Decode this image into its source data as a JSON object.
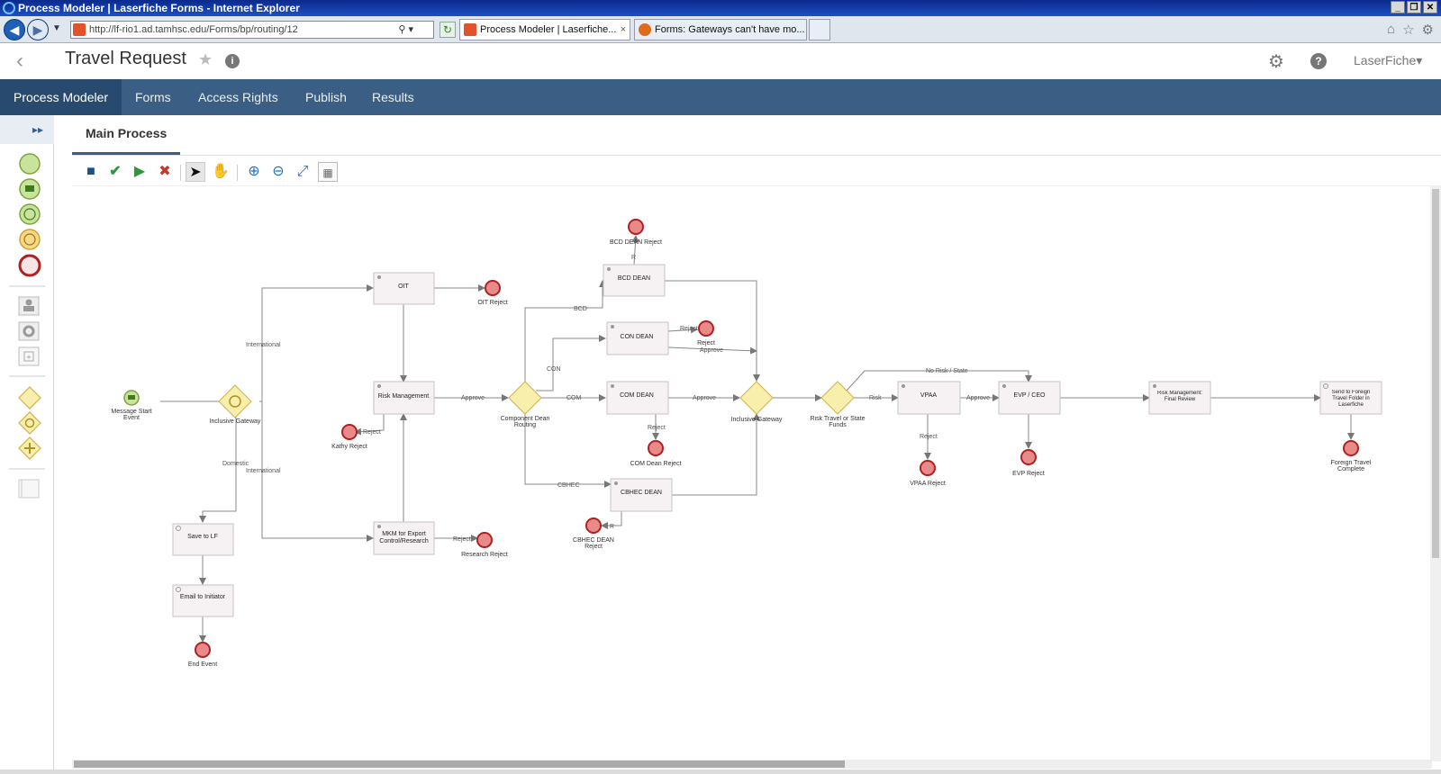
{
  "browser": {
    "window_title": "Process Modeler | Laserfiche Forms - Internet Explorer",
    "address": "http://lf-rio1.ad.tamhsc.edu/Forms/bp/routing/12",
    "tabs": [
      {
        "label": "Process Modeler | Laserfiche...",
        "close": "×",
        "favicon_color": "#e2532b"
      },
      {
        "label": "Forms: Gateways can't have mo...",
        "close": "",
        "favicon_color": "#e06b1f"
      }
    ],
    "icons": [
      "back-arrow-icon",
      "forward-arrow-icon",
      "home-icon",
      "star-icon",
      "gear-icon"
    ]
  },
  "header": {
    "title": "Travel Request",
    "user_menu": "LaserFiche▾",
    "icons": [
      "back-chevron-icon",
      "star-icon",
      "info-icon",
      "gear-icon",
      "help-icon"
    ]
  },
  "nav": {
    "tabs": [
      {
        "label": "Process Modeler",
        "active": true
      },
      {
        "label": "Forms",
        "active": false
      },
      {
        "label": "Access Rights",
        "active": false
      },
      {
        "label": "Publish",
        "active": false
      },
      {
        "label": "Results",
        "active": false
      }
    ]
  },
  "canvas": {
    "tab_label": "Main Process",
    "toolbar_icons": [
      "save-icon",
      "validate-check-icon",
      "run-icon",
      "tools-icon",
      "pointer-icon",
      "pan-hand-icon",
      "zoom-in-icon",
      "zoom-out-icon",
      "fit-screen-icon",
      "export-image-icon"
    ]
  },
  "palette": {
    "expand_glyph": "▸▸",
    "items": [
      "start-event-icon",
      "message-start-event-icon",
      "timer-start-event-icon",
      "timer-intermediate-event-icon",
      "end-event-icon",
      "user-task-icon",
      "service-task-icon",
      "subprocess-icon",
      "exclusive-gateway-icon",
      "inclusive-gateway-icon",
      "parallel-gateway-icon",
      "pool-icon"
    ]
  },
  "diagram": {
    "tasks": [
      {
        "id": "oit",
        "label": "OIT",
        "kind": "user"
      },
      {
        "id": "risk_mgmt",
        "label": "Risk Management",
        "kind": "user"
      },
      {
        "id": "mkm",
        "label": "MKM for Export Control/Research",
        "kind": "user"
      },
      {
        "id": "save_lf",
        "label": "Save to LF",
        "kind": "service"
      },
      {
        "id": "email",
        "label": "Email to Initiator",
        "kind": "service"
      },
      {
        "id": "bcd",
        "label": "BCD DEAN",
        "kind": "user"
      },
      {
        "id": "con",
        "label": "CON DEAN",
        "kind": "user"
      },
      {
        "id": "com",
        "label": "COM DEAN",
        "kind": "user"
      },
      {
        "id": "cbhec",
        "label": "CBHEC DEAN",
        "kind": "user"
      },
      {
        "id": "vpaa",
        "label": "VPAA",
        "kind": "user"
      },
      {
        "id": "evp",
        "label": "EVP / CEO",
        "kind": "user"
      },
      {
        "id": "risk_final",
        "label": "Risk Management: Final Review",
        "kind": "user"
      },
      {
        "id": "send_foreign",
        "label": "Send to Foreign Travel Folder in Laserfiche",
        "kind": "service"
      }
    ],
    "events": [
      {
        "id": "msg_start",
        "label": "Message Start Event",
        "kind": "message-start"
      },
      {
        "id": "oit_reject",
        "label": "OIT Reject",
        "kind": "end"
      },
      {
        "id": "kathy_reject",
        "label": "Kathy Reject",
        "kind": "end"
      },
      {
        "id": "research_reject",
        "label": "Research Reject",
        "kind": "end"
      },
      {
        "id": "end_event",
        "label": "End Event",
        "kind": "end"
      },
      {
        "id": "bcd_reject",
        "label": "BCD DEAN Reject",
        "kind": "end"
      },
      {
        "id": "con_reject",
        "label": "Reject",
        "kind": "end"
      },
      {
        "id": "com_reject",
        "label": "COM Dean Reject",
        "kind": "end"
      },
      {
        "id": "cbhec_reject",
        "label": "CBHEC DEAN Reject",
        "kind": "end"
      },
      {
        "id": "vpaa_reject",
        "label": "VPAA Reject",
        "kind": "end"
      },
      {
        "id": "evp_reject",
        "label": "EVP Reject",
        "kind": "end"
      },
      {
        "id": "foreign_complete",
        "label": "Foreign Travel Complete",
        "kind": "end"
      }
    ],
    "gateways": [
      {
        "id": "gw1",
        "label": "Inclusive Gateway",
        "kind": "inclusive"
      },
      {
        "id": "gw_cdr",
        "label": "Component Dean Routing",
        "kind": "exclusive"
      },
      {
        "id": "gw2",
        "label": "Inclusive Gateway",
        "kind": "inclusive"
      },
      {
        "id": "gw_risk",
        "label": "Risk Travel or State Funds",
        "kind": "exclusive"
      }
    ],
    "flow_labels": [
      {
        "id": "international_top",
        "label": "International"
      },
      {
        "id": "international_bottom",
        "label": "International"
      },
      {
        "id": "domestic",
        "label": "Domestic"
      },
      {
        "id": "approve_risk",
        "label": "Approve"
      },
      {
        "id": "reject_kathy",
        "label": "Reject"
      },
      {
        "id": "reject_research",
        "label": "Reject"
      },
      {
        "id": "bcd",
        "label": "BCD"
      },
      {
        "id": "con",
        "label": "CON"
      },
      {
        "id": "com",
        "label": "COM"
      },
      {
        "id": "cbhec",
        "label": "CBHEC"
      },
      {
        "id": "reject_con",
        "label": "Reject"
      },
      {
        "id": "approve_con",
        "label": "Approve"
      },
      {
        "id": "approve_com",
        "label": "Approve"
      },
      {
        "id": "reject_com",
        "label": "Reject"
      },
      {
        "id": "reject_cbhec",
        "label": "R"
      },
      {
        "id": "reject_bcd",
        "label": "R"
      },
      {
        "id": "no_risk_state",
        "label": "No Risk / State"
      },
      {
        "id": "risk",
        "label": "Risk"
      },
      {
        "id": "approve_vpaa",
        "label": "Approve"
      },
      {
        "id": "reject_vpaa",
        "label": "Reject"
      }
    ]
  },
  "colors": {
    "tab_bar": "#3b5f84",
    "tab_active": "#284a6e",
    "task_fill": "#f6f2f4",
    "end_event_fill": "#e88a8a",
    "end_event_stroke": "#b02020",
    "gateway_fill": "#f8efac",
    "gateway_stroke": "#d0b24a",
    "start_fill": "#c9e39c",
    "start_stroke": "#7aa63a"
  }
}
